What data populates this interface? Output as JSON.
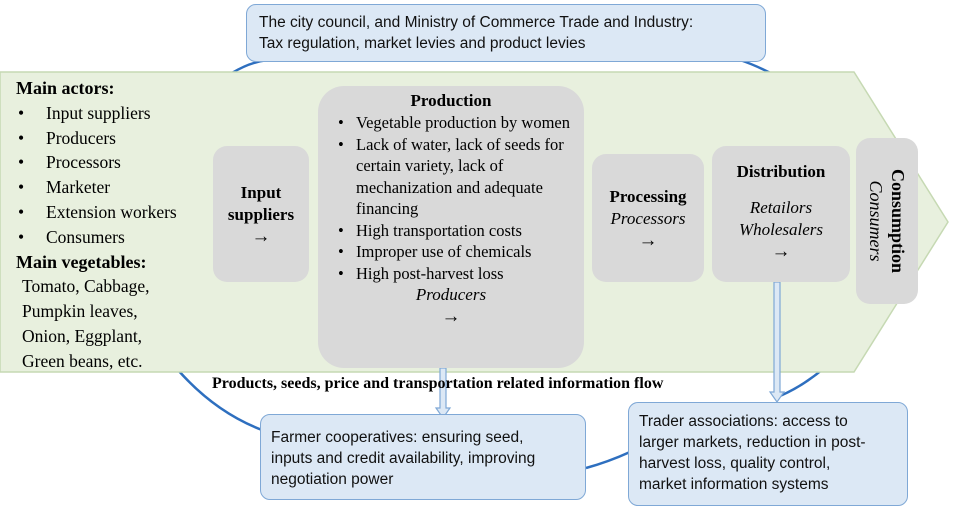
{
  "colors": {
    "arrow_fill": "#e8f0de",
    "arrow_stroke": "#c6d9b3",
    "cycle_line": "#2e6fbf",
    "info_box_fill": "#dce8f5",
    "info_box_border": "#7fa8d6",
    "stage_box_fill": "#d9d9d9"
  },
  "government": {
    "line1": "The city council, and Ministry of Commerce Trade and Industry:",
    "line2": "Tax regulation, market levies and product levies"
  },
  "actors": {
    "title": "Main actors:",
    "items": [
      "Input suppliers",
      "Producers",
      "Processors",
      "Marketer",
      "Extension workers",
      "Consumers"
    ]
  },
  "vegetables": {
    "title": "Main vegetables:",
    "lines": [
      "Tomato, Cabbage,",
      "Pumpkin leaves,",
      "Onion, Eggplant,",
      "Green beans, etc."
    ]
  },
  "stages": {
    "input": {
      "line1": "Input",
      "line2": "suppliers",
      "arrow": "→"
    },
    "production": {
      "title": "Production",
      "items": [
        "Vegetable production by women",
        "Lack of water, lack of seeds for certain variety, lack of mechanization and adequate financing",
        "High transportation costs",
        "Improper use of chemicals",
        "High post-harvest loss"
      ],
      "actor": "Producers",
      "arrow": "→"
    },
    "processing": {
      "title": "Processing",
      "actor": "Processors",
      "arrow": "→"
    },
    "distribution": {
      "title": "Distribution",
      "actor1": "Retailors",
      "actor2": "Wholesalers",
      "arrow": "→"
    },
    "consumption": {
      "title": "Consumption",
      "actor": "Consumers"
    }
  },
  "flow_label": "Products, seeds, price and transportation related information flow",
  "cooperatives": {
    "line1": "Farmer cooperatives: ensuring seed,",
    "line2": "inputs and credit availability, improving",
    "line3": "negotiation power"
  },
  "traders": {
    "line1": "Trader associations: access to",
    "line2": "larger markets, reduction in post-",
    "line3": "harvest loss, quality control,",
    "line4": "market information systems"
  }
}
